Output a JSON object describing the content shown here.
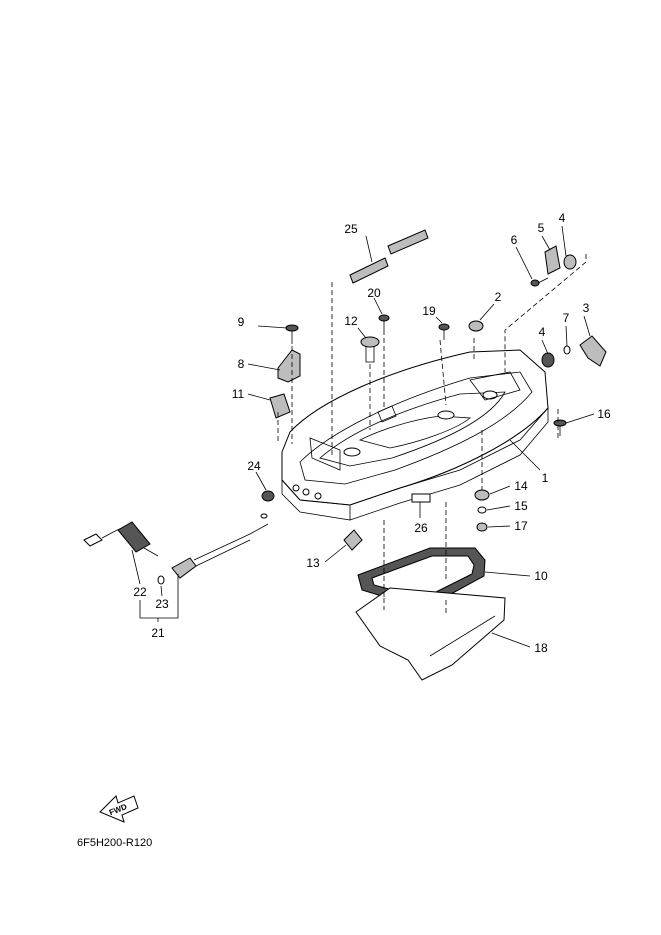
{
  "diagram": {
    "drawing_code": "6F5H200-R120",
    "fwd_label": "FWD",
    "callouts": [
      "1",
      "2",
      "3",
      "4",
      "4",
      "5",
      "6",
      "7",
      "8",
      "9",
      "10",
      "11",
      "12",
      "13",
      "14",
      "15",
      "16",
      "17",
      "18",
      "19",
      "20",
      "21",
      "22",
      "23",
      "24",
      "25",
      "26"
    ]
  }
}
